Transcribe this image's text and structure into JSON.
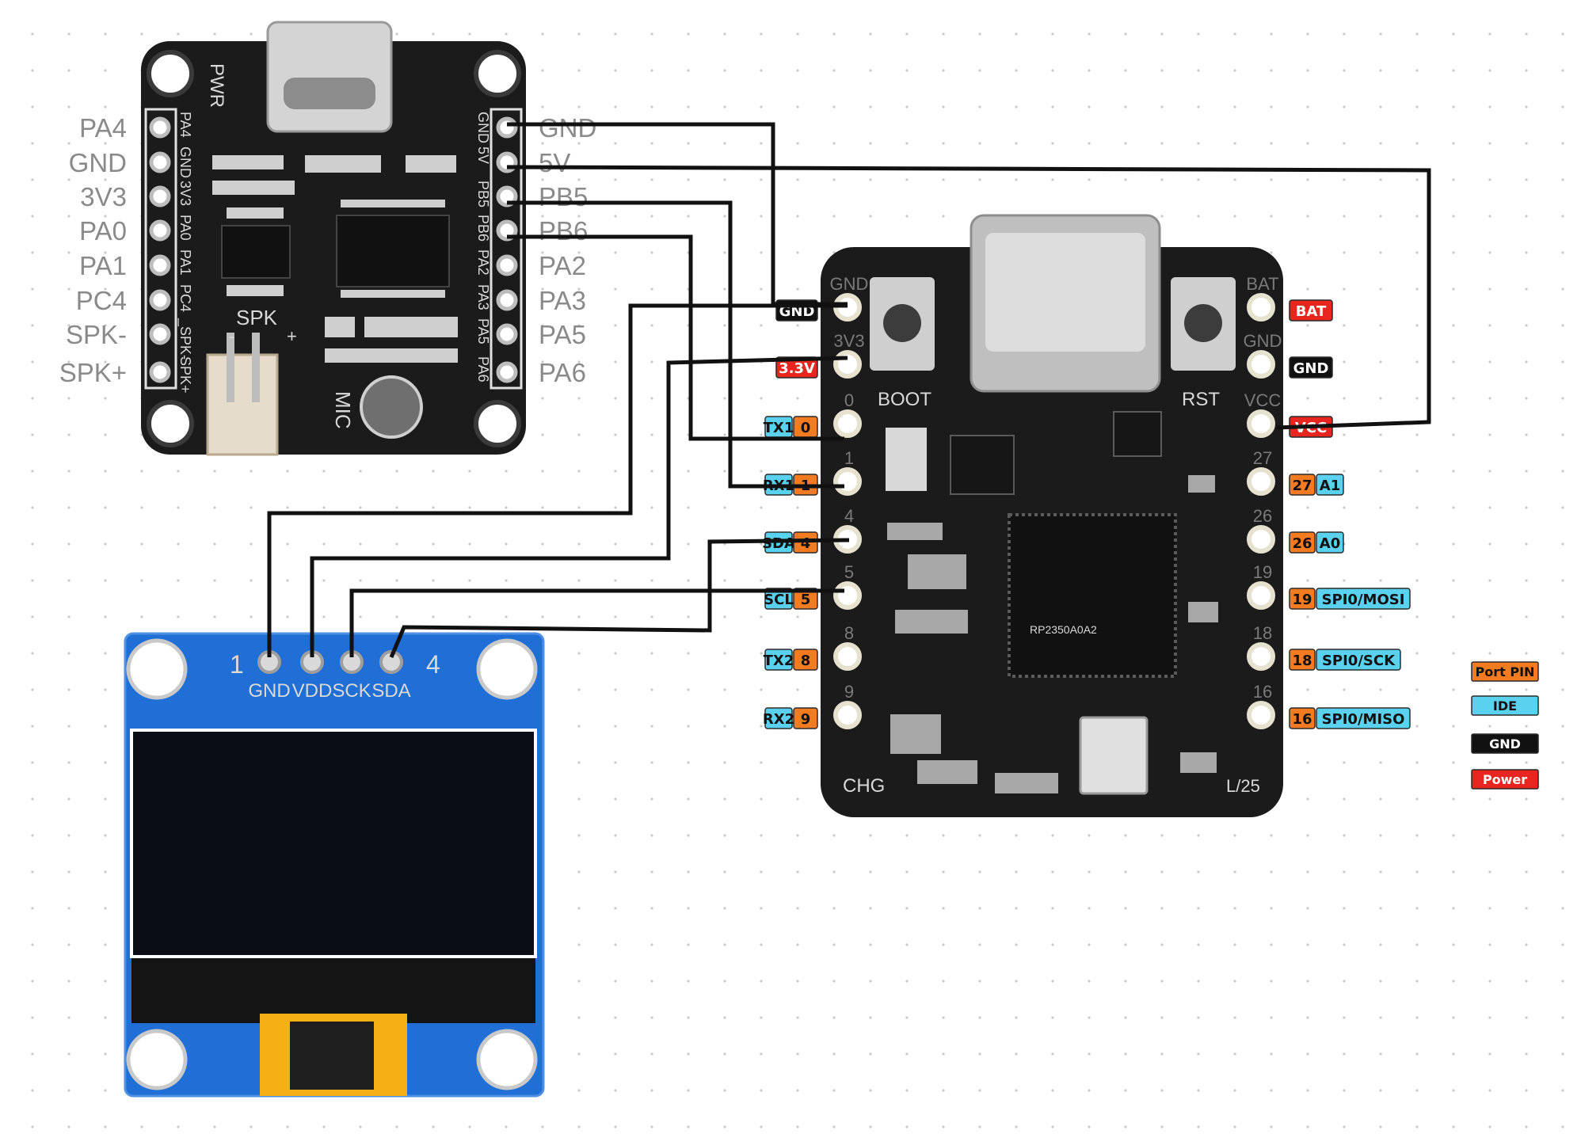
{
  "colors": {
    "port_pin": "#f47b20",
    "ide": "#5ad2ef",
    "gnd": "#111111",
    "power": "#e8261f",
    "wire": "#111111",
    "pcb_black": "#1b1b1b",
    "pcb_blue": "#1f6fd6"
  },
  "audio_module": {
    "silk": {
      "pwr": "PWR",
      "spk": "SPK",
      "minus": "-",
      "plus": "+",
      "mic": "MIC"
    },
    "left_pins": [
      "PA4",
      "GND",
      "3V3",
      "PA0",
      "PA1",
      "PC4",
      "SPK-",
      "SPK+"
    ],
    "left_silk": [
      "PA4",
      "GND",
      "3V3",
      "PA0",
      "PA1",
      "PC4",
      "_SPK-",
      "SPK+"
    ],
    "right_pins": [
      "GND",
      "5V",
      "PB5",
      "PB6",
      "PA2",
      "PA3",
      "PA5",
      "PA6"
    ],
    "right_silk": [
      "GND",
      "5V",
      "PB5",
      "PB6",
      "PA2",
      "PA3",
      "PA5",
      "PA6"
    ]
  },
  "oled": {
    "pin_labels": [
      "GND",
      "VDD",
      "SCK",
      "SDA"
    ],
    "num_first": "1",
    "num_last": "4"
  },
  "mcu_board": {
    "silk": {
      "boot": "BOOT",
      "rst": "RST",
      "chg": "CHG",
      "corner": "L/25",
      "chip": "RP2350A0A2"
    },
    "left_numbers": [
      "GND",
      "3V3",
      "0",
      "1",
      "4",
      "5",
      "8",
      "9"
    ],
    "right_numbers": [
      "BAT",
      "GND",
      "VCC",
      "27",
      "26",
      "19",
      "18",
      "16"
    ],
    "left_tags": [
      {
        "ide": "",
        "pin": "GND",
        "kind": "gnd"
      },
      {
        "ide": "",
        "pin": "3.3V",
        "kind": "power"
      },
      {
        "ide": "TX1",
        "pin": "0",
        "kind": "port"
      },
      {
        "ide": "RX1",
        "pin": "1",
        "kind": "port"
      },
      {
        "ide": "SDA",
        "pin": "4",
        "kind": "port"
      },
      {
        "ide": "SCL",
        "pin": "5",
        "kind": "port"
      },
      {
        "ide": "TX2",
        "pin": "8",
        "kind": "port"
      },
      {
        "ide": "RX2",
        "pin": "9",
        "kind": "port"
      }
    ],
    "right_tags": [
      {
        "pin": "BAT",
        "ide": "",
        "kind": "power"
      },
      {
        "pin": "GND",
        "ide": "",
        "kind": "gnd"
      },
      {
        "pin": "VCC",
        "ide": "",
        "kind": "power"
      },
      {
        "pin": "27",
        "ide": "A1",
        "kind": "port"
      },
      {
        "pin": "26",
        "ide": "A0",
        "kind": "port"
      },
      {
        "pin": "19",
        "ide": "SPI0/MOSI",
        "kind": "port"
      },
      {
        "pin": "18",
        "ide": "SPI0/SCK",
        "kind": "port"
      },
      {
        "pin": "16",
        "ide": "SPI0/MISO",
        "kind": "port"
      }
    ]
  },
  "legend": [
    {
      "label": "Port PIN",
      "kind": "port"
    },
    {
      "label": "IDE",
      "kind": "ide"
    },
    {
      "label": "GND",
      "kind": "gnd"
    },
    {
      "label": "Power",
      "kind": "power"
    }
  ]
}
